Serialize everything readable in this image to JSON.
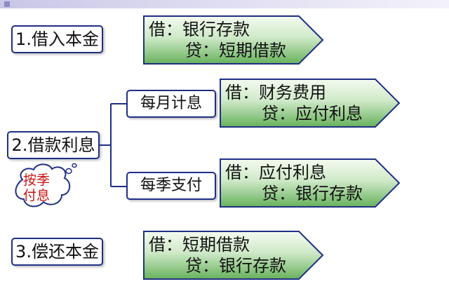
{
  "colors": {
    "border": "#1f2f86",
    "arrow_fill_light": "#f4fbf0",
    "arrow_fill_dark": "#67b25c",
    "thought_text": "#cc1111"
  },
  "steps": [
    {
      "label": "1.借入本金",
      "entry": {
        "debit": "借：银行存款",
        "credit": "贷：短期借款"
      }
    },
    {
      "label": "2.借款利息",
      "note": [
        "按季",
        "付息"
      ],
      "branches": [
        {
          "label": "每月计息",
          "entry": {
            "debit": "借：财务费用",
            "credit": "贷：应付利息"
          }
        },
        {
          "label": "每季支付",
          "entry": {
            "debit": "借：应付利息",
            "credit": "贷：银行存款"
          }
        }
      ]
    },
    {
      "label": "3.偿还本金",
      "entry": {
        "debit": "借：短期借款",
        "credit": "贷：银行存款"
      }
    }
  ]
}
